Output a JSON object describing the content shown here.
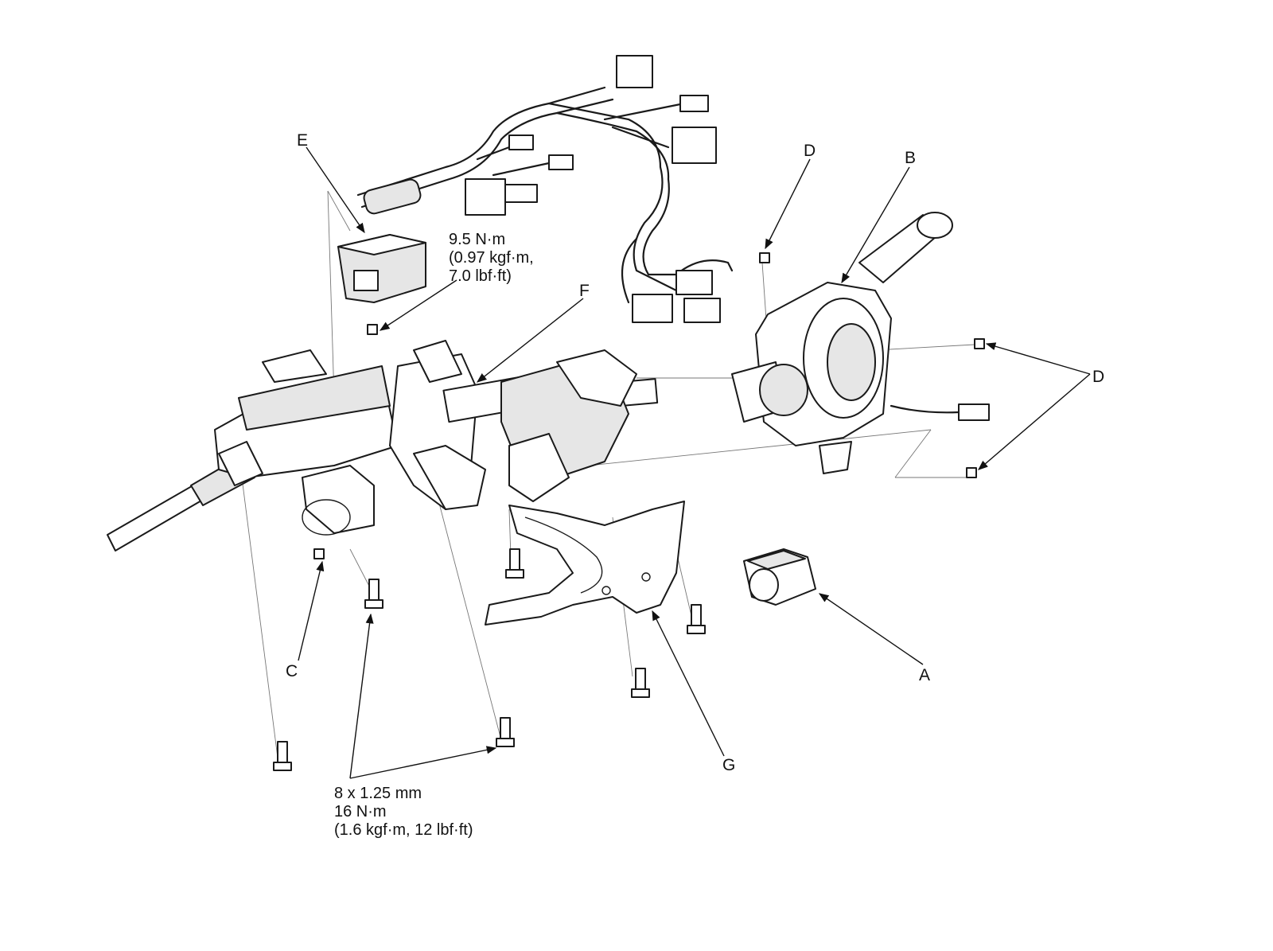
{
  "labels": {
    "A": "A",
    "B": "B",
    "C": "C",
    "D_top": "D",
    "D_right": "D",
    "E": "E",
    "F": "F",
    "G": "G"
  },
  "torque_spec_upper": {
    "line1": "9.5 N·m",
    "line2": "(0.97 kgf·m,",
    "line3": "7.0 lbf·ft)"
  },
  "torque_spec_lower": {
    "line1": "8 x 1.25 mm",
    "line2": "16 N·m",
    "line3": "(1.6 kgf·m, 12 lbf·ft)"
  }
}
